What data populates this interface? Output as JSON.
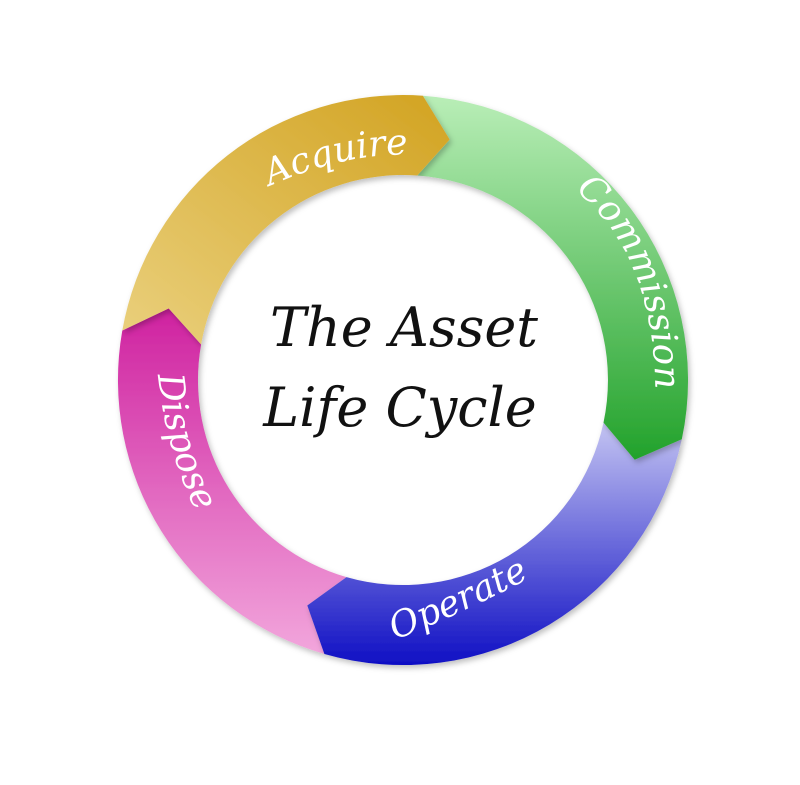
{
  "title": {
    "line1": "The Asset",
    "line2": "Life Cycle"
  },
  "segments": [
    {
      "label": "Acquire",
      "color_dark": "#d2a321",
      "color_light": "#ead07d"
    },
    {
      "label": "Commission",
      "color_dark": "#22a22b",
      "color_light": "#b9eeb7"
    },
    {
      "label": "Operate",
      "color_dark": "#0f0fc4",
      "color_light": "#c4c4f2"
    },
    {
      "label": "Dispose",
      "color_dark": "#cf22a0",
      "color_light": "#f2a6dc"
    }
  ]
}
